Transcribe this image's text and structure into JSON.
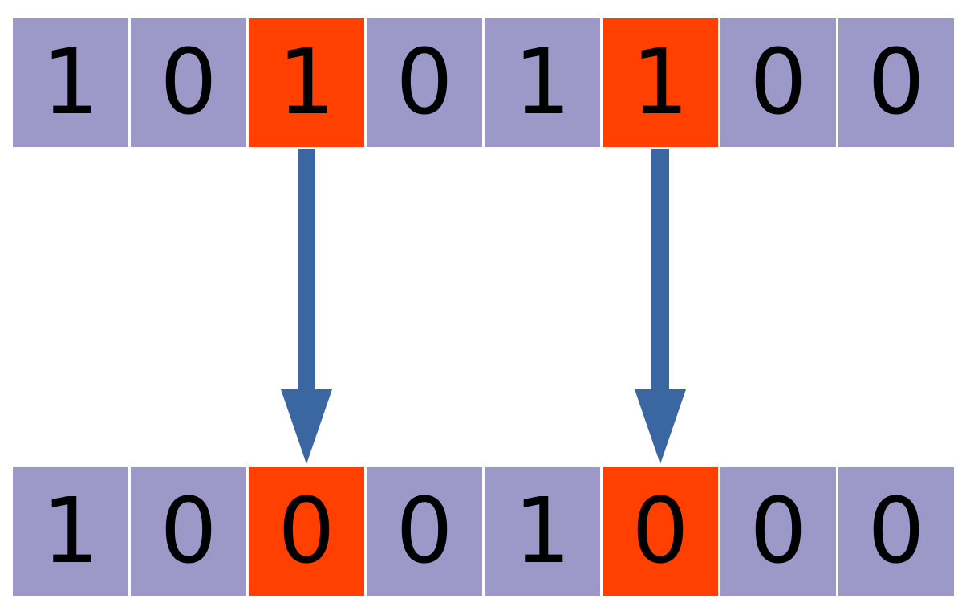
{
  "colors": {
    "cell_default": "#9c99c9",
    "cell_highlight": "#ff4000",
    "arrow": "#3a66a2",
    "digit": "#000000"
  },
  "rows": {
    "top": {
      "cells": [
        {
          "value": "1",
          "highlight": false
        },
        {
          "value": "0",
          "highlight": false
        },
        {
          "value": "1",
          "highlight": true
        },
        {
          "value": "0",
          "highlight": false
        },
        {
          "value": "1",
          "highlight": false
        },
        {
          "value": "1",
          "highlight": true
        },
        {
          "value": "0",
          "highlight": false
        },
        {
          "value": "0",
          "highlight": false
        }
      ]
    },
    "bottom": {
      "cells": [
        {
          "value": "1",
          "highlight": false
        },
        {
          "value": "0",
          "highlight": false
        },
        {
          "value": "0",
          "highlight": true
        },
        {
          "value": "0",
          "highlight": false
        },
        {
          "value": "1",
          "highlight": false
        },
        {
          "value": "0",
          "highlight": true
        },
        {
          "value": "0",
          "highlight": false
        },
        {
          "value": "0",
          "highlight": false
        }
      ]
    }
  },
  "arrows": [
    {
      "from_index": 2
    },
    {
      "from_index": 5
    }
  ]
}
